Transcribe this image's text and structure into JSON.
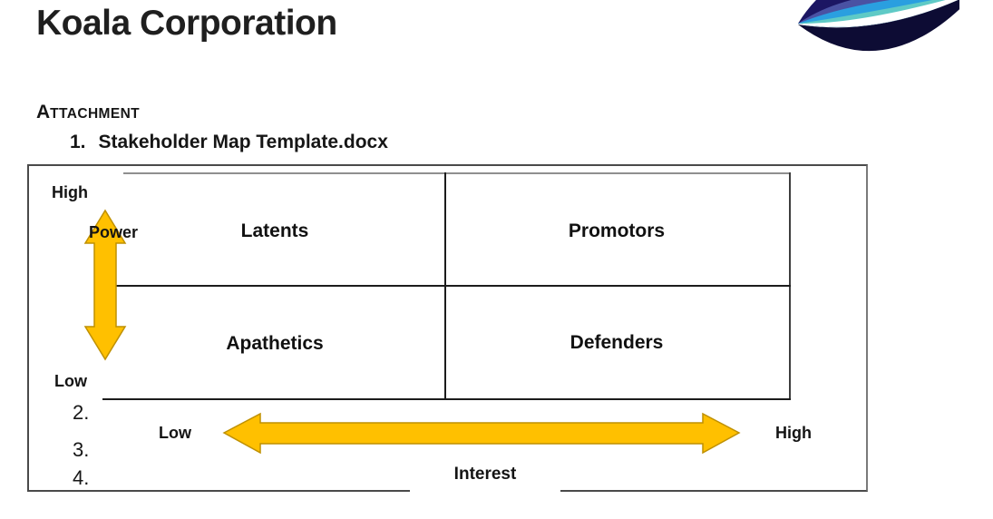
{
  "header": {
    "title": "Koala Corporation"
  },
  "logo": {
    "name": "koala-corporation-logo",
    "colors": {
      "navy": "#1c1663",
      "indigo": "#4a52a3",
      "blue": "#2a9fe0",
      "teal": "#5fcac6",
      "white": "#ffffff",
      "bowl": "#0d0c34"
    }
  },
  "attachment": {
    "heading_cap": "A",
    "heading_rest": "TTACHMENT",
    "items": [
      {
        "num": "1.",
        "label": "Stakeholder Map Template.docx"
      }
    ],
    "empty_item_nums": {
      "second": "2.",
      "third": "3.",
      "fourth": "4."
    }
  },
  "diagram": {
    "quadrants": {
      "top_left": "Latents",
      "top_right": "Promotors",
      "bottom_left": "Apathetics",
      "bottom_right": "Defenders"
    },
    "y_axis": {
      "label": "Power",
      "high": "High",
      "low": "Low"
    },
    "x_axis": {
      "label": "Interest",
      "low": "Low",
      "high": "High"
    },
    "colors": {
      "arrow_fill": "#FFC000",
      "arrow_stroke": "#BF9000"
    }
  }
}
